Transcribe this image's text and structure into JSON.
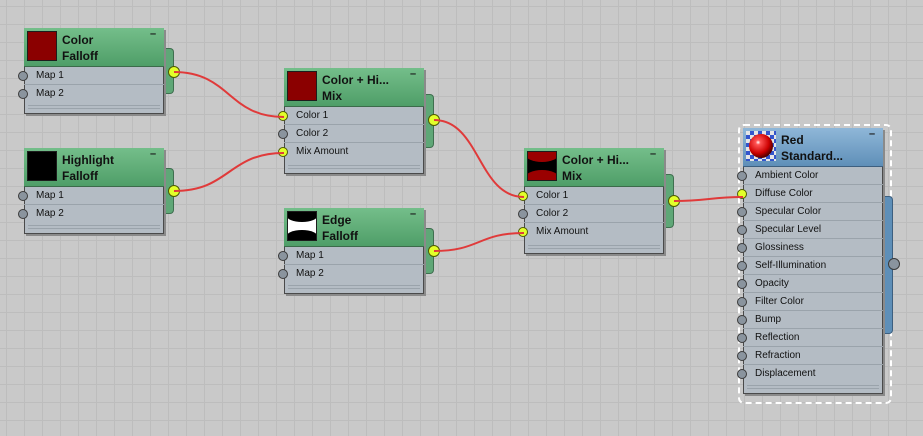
{
  "canvas": {
    "background": "#c9c9c9",
    "wire_color": "#e03a3a",
    "socket_active_color": "#e3ff2a"
  },
  "nodes": {
    "color_falloff": {
      "title_line1": "Color",
      "title_line2": "Falloff",
      "swatch_color": "#8b0000",
      "collapse": "–",
      "slots": [
        {
          "label": "Map 1"
        },
        {
          "label": "Map 2"
        }
      ]
    },
    "highlight_falloff": {
      "title_line1": "Highlight",
      "title_line2": "Falloff",
      "swatch_color": "#000000",
      "collapse": "–",
      "slots": [
        {
          "label": "Map 1"
        },
        {
          "label": "Map 2"
        }
      ]
    },
    "mix1": {
      "title_line1": "Color + Hi...",
      "title_line2": "Mix",
      "swatch_color": "#8b0000",
      "collapse": "–",
      "slots": [
        {
          "label": "Color 1"
        },
        {
          "label": "Color 2"
        },
        {
          "label": "Mix Amount"
        }
      ]
    },
    "edge_falloff": {
      "title_line1": "Edge",
      "title_line2": "Falloff",
      "swatch_icon": "edge-falloff-swatch-icon",
      "collapse": "–",
      "slots": [
        {
          "label": "Map 1"
        },
        {
          "label": "Map 2"
        }
      ]
    },
    "mix2": {
      "title_line1": "Color + Hi...",
      "title_line2": "Mix",
      "swatch_icon": "mix-swatch-icon",
      "collapse": "–",
      "slots": [
        {
          "label": "Color 1"
        },
        {
          "label": "Color 2"
        },
        {
          "label": "Mix Amount"
        }
      ]
    },
    "red_material": {
      "title_line1": "Red",
      "title_line2": "Standard...",
      "swatch_icon": "red-sphere-icon",
      "collapse": "–",
      "slots": [
        {
          "label": "Ambient Color"
        },
        {
          "label": "Diffuse Color"
        },
        {
          "label": "Specular Color"
        },
        {
          "label": "Specular Level"
        },
        {
          "label": "Glossiness"
        },
        {
          "label": "Self-Illumination"
        },
        {
          "label": "Opacity"
        },
        {
          "label": "Filter Color"
        },
        {
          "label": "Bump"
        },
        {
          "label": "Reflection"
        },
        {
          "label": "Refraction"
        },
        {
          "label": "Displacement"
        }
      ]
    }
  }
}
